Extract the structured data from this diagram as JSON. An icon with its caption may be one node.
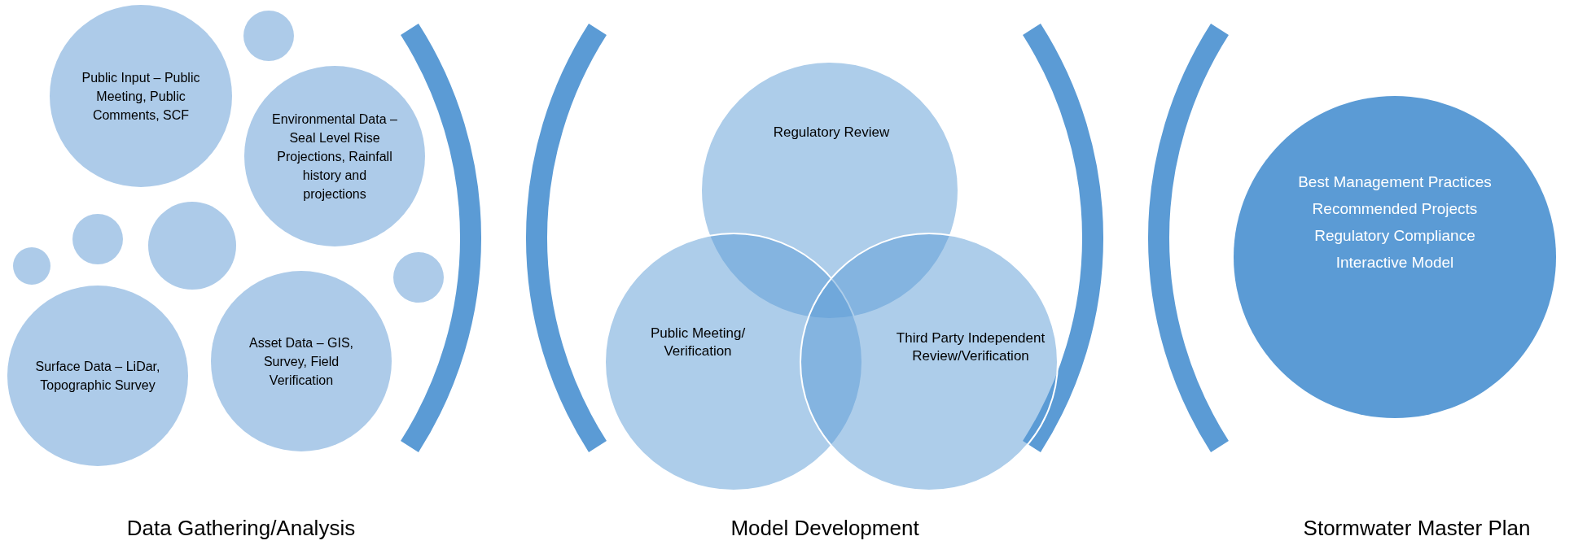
{
  "diagram": {
    "nodes": [
      {
        "text": [
          "Public Input – Public Meeting, Public Comments, SCF"
        ]
      },
      {
        "text": [],
        "shape": "circle"
      },
      {
        "text": [
          "Environmental Data – Seal Level Rise Projections, Rainfall history and projections"
        ]
      },
      {
        "text": [],
        "shape": "circle"
      },
      {
        "text": [],
        "shape": "circle"
      },
      {
        "text": [],
        "shape": "circle"
      },
      {
        "text": [],
        "shape": "circle"
      },
      {
        "text": [
          "Surface Data – LiDar, Topographic Survey"
        ]
      },
      {
        "text": [
          "Asset Data – GIS, Survey, Field Verification"
        ]
      },
      {
        "text": [
          "Regulatory Review"
        ]
      },
      {
        "text": [
          "Public Meeting/ Verification"
        ]
      },
      {
        "text": [
          "Third Party Independent Review/Verification"
        ]
      },
      {
        "text": [
          "Best Management Practices",
          "Recommended Projects",
          "Regulatory Compliance",
          "Interactive Model"
        ]
      }
    ],
    "labels": [
      "Data Gathering/Analysis",
      "Model Development",
      "Stormwater Master Plan"
    ]
  }
}
